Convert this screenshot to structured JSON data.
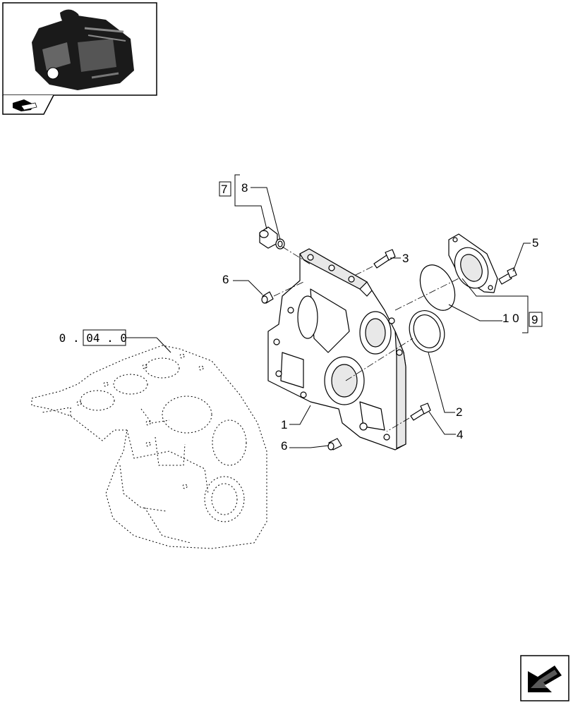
{
  "thumbnail": {
    "icon": "engine-thumbnail-icon",
    "nav_icon": "engine-section-icon"
  },
  "reference": {
    "section_code": "0 . 04 . 0"
  },
  "kit_boxes": {
    "kit_a": "7",
    "kit_b": "9"
  },
  "callouts": {
    "c1": "1",
    "c2": "2",
    "c3": "3",
    "c4": "4",
    "c5": "5",
    "c6a": "6",
    "c6b": "6",
    "c8": "8",
    "c10": "1 0"
  },
  "navigation": {
    "next_page_icon": "next-page-arrow-icon"
  },
  "colors": {
    "line": "#000000",
    "background": "#ffffff"
  }
}
